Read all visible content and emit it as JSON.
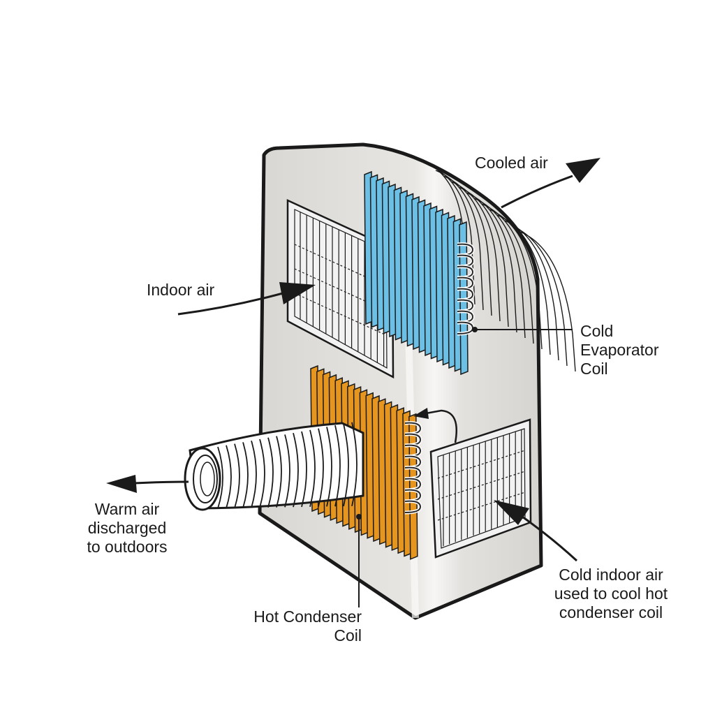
{
  "labels": {
    "cooled_air": "Cooled air",
    "indoor_air": "Indoor air",
    "cold_evaporator_coil": [
      "Cold",
      "Evaporator",
      "Coil"
    ],
    "warm_air_discharged": [
      "Warm air",
      "discharged",
      "to outdoors"
    ],
    "cold_indoor_air": [
      "Cold indoor air",
      "used to cool hot",
      "condenser coil"
    ],
    "hot_condenser_coil": [
      "Hot Condenser",
      "Coil"
    ]
  },
  "colors": {
    "unit_body": "#e6e4e1",
    "evaporator_coil": "#6cc0e6",
    "condenser_coil": "#e6961e",
    "grille": "#f2f2f2",
    "outline": "#1a1a1a"
  }
}
